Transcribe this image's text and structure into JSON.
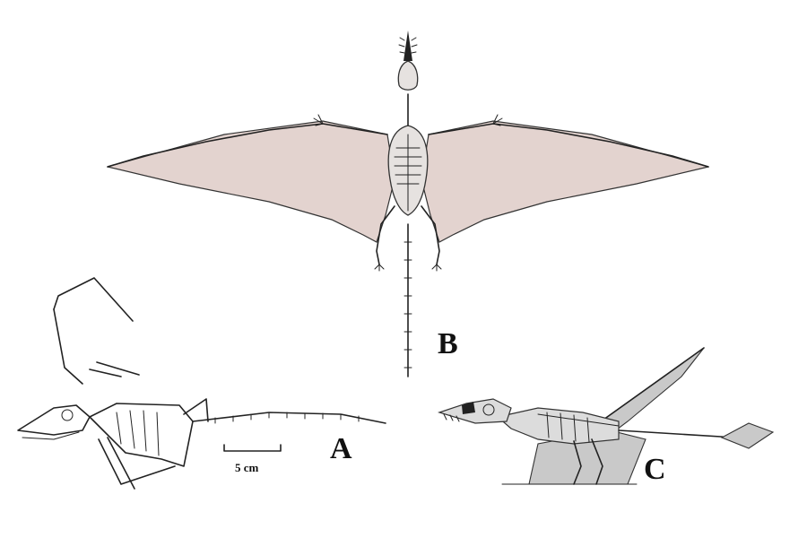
{
  "figure": {
    "panels": [
      {
        "id": "A",
        "label": "A",
        "view": "fossil-outline"
      },
      {
        "id": "B",
        "label": "B",
        "view": "dorsal-reconstruction"
      },
      {
        "id": "C",
        "label": "C",
        "view": "lateral-reconstruction"
      }
    ],
    "scale_bar": {
      "label": "5 cm"
    },
    "colors": {
      "membrane_b": "#e3d3cf",
      "membrane_c": "#c9c9c9",
      "ink": "#222222"
    }
  }
}
